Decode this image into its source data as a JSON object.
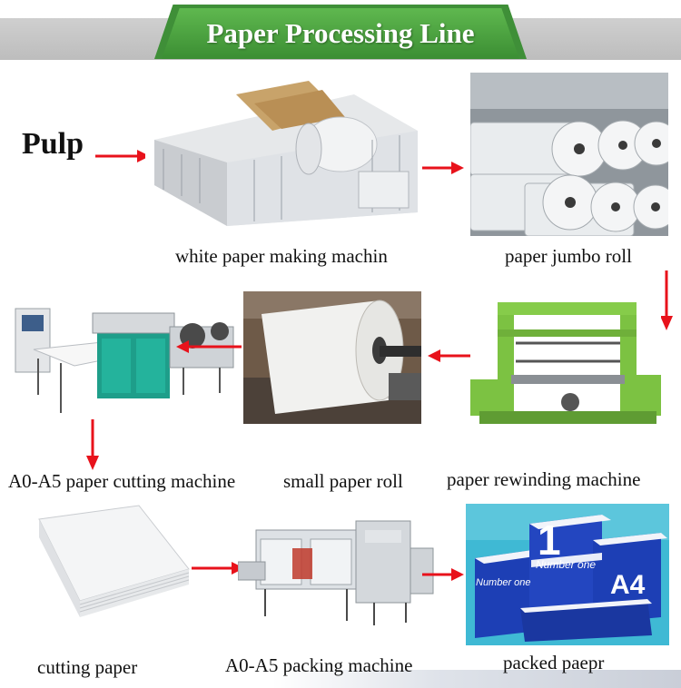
{
  "banner": {
    "title": "Paper Processing Line"
  },
  "labels": {
    "pulp": "Pulp",
    "paper_machine": "white paper making machin",
    "jumbo_roll": "paper jumbo roll",
    "cutting_machine": "A0-A5 paper cutting machine",
    "small_roll": "small paper roll",
    "rewinding_machine": "paper rewinding machine",
    "cutting_paper": "cutting paper",
    "packing_machine": "A0-A5 packing machine",
    "packed_paper": "packed paepr"
  },
  "box_print": {
    "number_one": "Number one",
    "big_digit": "1",
    "size": "A4"
  },
  "colors": {
    "banner_green": "#4fa843",
    "banner_band": "#c6c6c6",
    "arrow_red": "#e8121b",
    "machine_green": "#7cc242",
    "packed_blue": "#1d3fb5"
  }
}
